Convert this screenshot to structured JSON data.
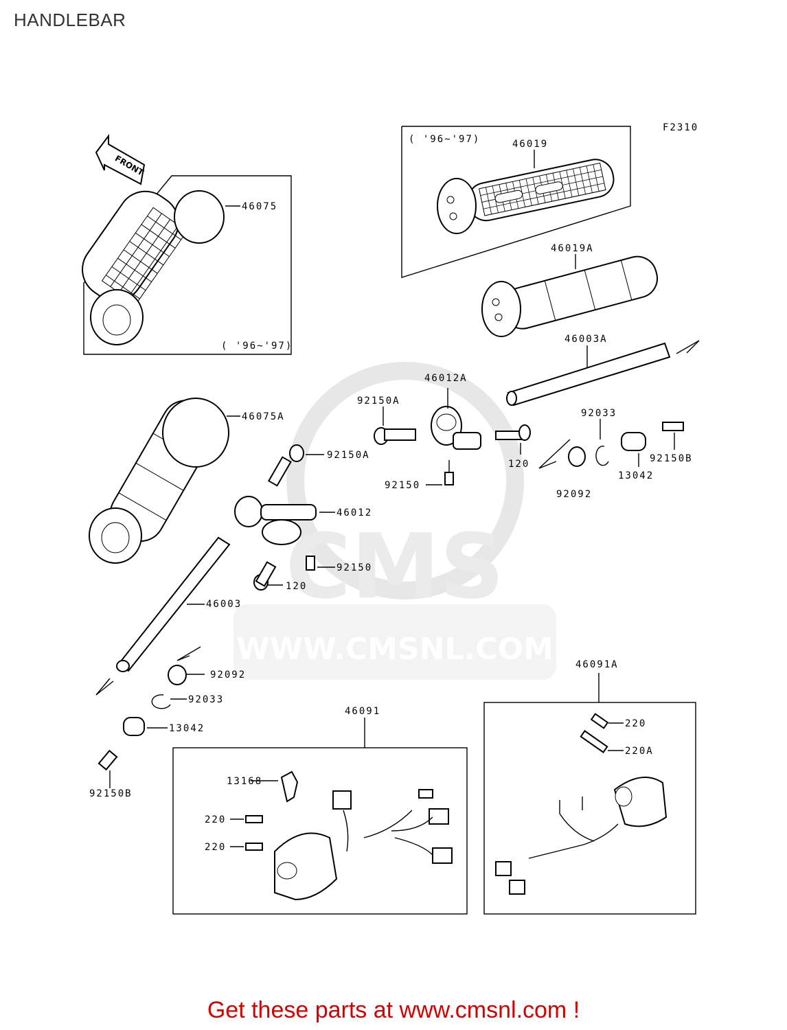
{
  "page": {
    "title": "HANDLEBAR",
    "figure_code": "F2310",
    "footer": "Get these parts at www.cmsnl.com !"
  },
  "watermark": {
    "text": "WWW.CMSNL.COM",
    "brand": "CMS",
    "color": "#cfcfcf"
  },
  "front_arrow": {
    "label": "FRONT"
  },
  "labels": {
    "p46075": "46075",
    "p46075_year": "( '96~'97)",
    "p46019_year": "( '96~'97)",
    "p46019": "46019",
    "p46019A": "46019A",
    "p46003A": "46003A",
    "p46012A": "46012A",
    "p92150A_top": "92150A",
    "p92033_right": "92033",
    "p46075A": "46075A",
    "p92150A_mid": "92150A",
    "p120_right": "120",
    "p92150B_right": "92150B",
    "p13042_right": "13042",
    "p92150_top": "92150",
    "p92092_right": "92092",
    "p46012": "46012",
    "p92150_mid": "92150",
    "p120_left": "120",
    "p46003": "46003",
    "p92092_left": "92092",
    "p92033_left": "92033",
    "p13042_left": "13042",
    "p92150B_left": "92150B",
    "p46091": "46091",
    "p46091A": "46091A",
    "p13168": "13168",
    "p220_a": "220",
    "p220_b": "220",
    "p220_r": "220",
    "p220A": "220A"
  },
  "colors": {
    "footer": "#d40000",
    "line": "#000000"
  }
}
